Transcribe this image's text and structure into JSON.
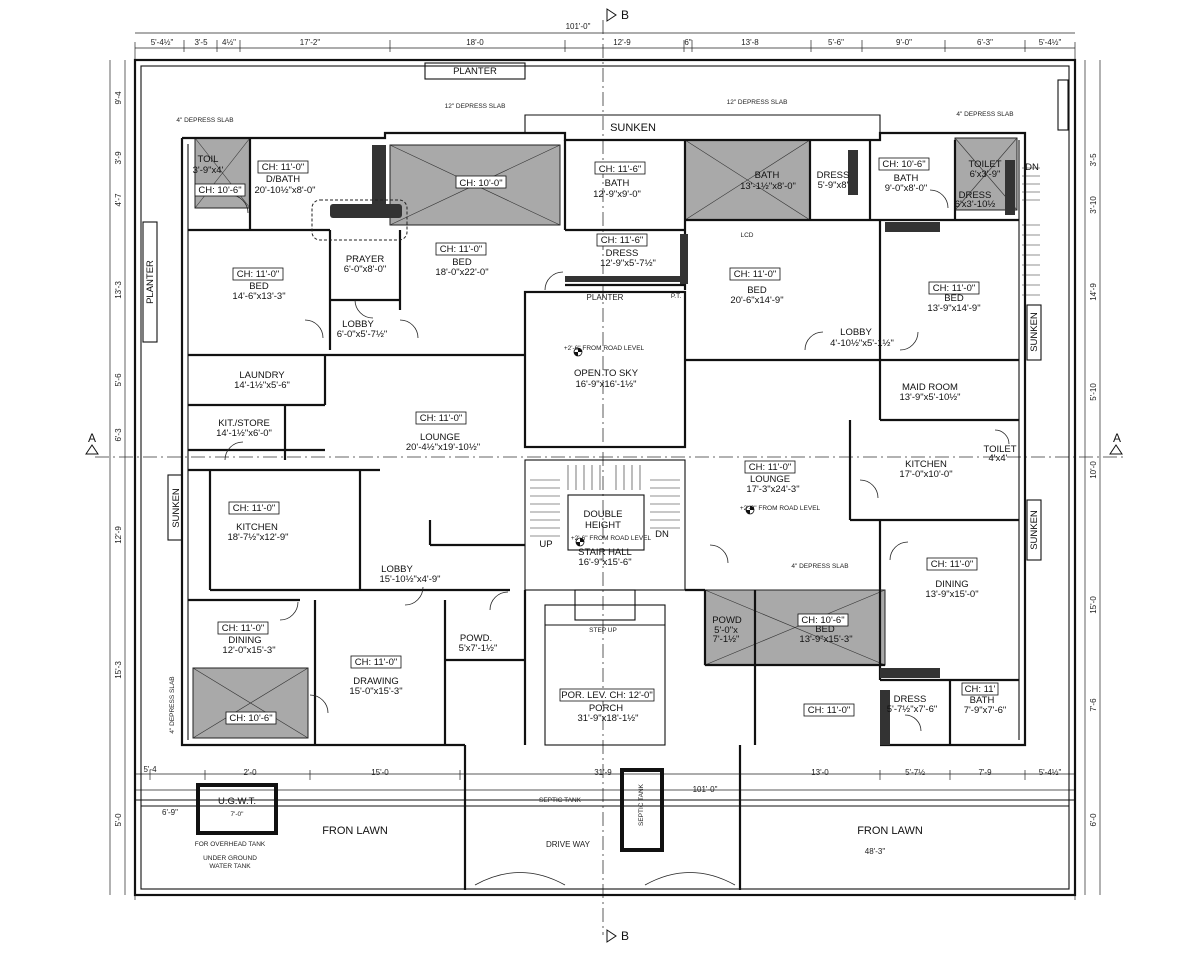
{
  "sections": {
    "b_top": "B",
    "b_bottom": "B",
    "a_left": "A",
    "a_right": "A"
  },
  "dims_top": [
    "101'-0\"",
    "5'-4½\"",
    "3'-5",
    "4½\"",
    "17'-2\"",
    "18'-0",
    "12'-9",
    "6\"",
    "13'-8",
    "5'-6\"",
    "9'-0\"",
    "6'-3\"",
    "5'-4½\""
  ],
  "dims_left": [
    "9'-4",
    "3'-9",
    "4'-7",
    "13'-3",
    "5'-6",
    "6'-3",
    "12'-9",
    "15'-3",
    "5'-0"
  ],
  "dims_right": [
    "3'-5",
    "3'-10",
    "14'-9",
    "5'-10",
    "10'-0",
    "15'-0",
    "7'-6",
    "6'-0"
  ],
  "dims_bottom": [
    "5'-4",
    "2'-0",
    "15'-0",
    "31'-9",
    "13'-0",
    "5'-7½",
    "7'-9",
    "5'-4½\"",
    "101'-0\"",
    "48'-3\"",
    "6'-9\""
  ],
  "rooms": {
    "toil_left": {
      "name": "TOIL",
      "size": "3'-9\"x4'"
    },
    "ch_toil_left": "CH: 10'-6\"",
    "dbath": {
      "ch": "CH: 11'-0\"",
      "name": "D/BATH",
      "size": "20'-10½\"x8'-0\""
    },
    "ch_sunken_left": "CH: 10'-0\"",
    "bath_mid": {
      "ch": "CH: 11'-6\"",
      "name": "BATH",
      "size": "12'-9\"x9'-0\""
    },
    "bath_mid_right": {
      "name": "BATH",
      "size": "13'-1½\"x8'-0\""
    },
    "dress_top": {
      "name": "DRESS",
      "size": "5'-9\"x8'"
    },
    "bath_right": {
      "ch": "CH: 10'-6\"",
      "name": "BATH",
      "size": "9'-0\"x8'-0\""
    },
    "toilet_right": {
      "name": "TOILET",
      "size": "6'x3'-9\""
    },
    "dress_right": {
      "name": "DRESS",
      "size": "6'x3'-10½"
    },
    "prayer": {
      "name": "PRAYER",
      "size": "6'-0\"x8'-0\""
    },
    "bed_mid": {
      "ch": "CH: 11'-0\"",
      "name": "BED",
      "size": "18'-0\"x22'-0\""
    },
    "dress_mid": {
      "ch": "CH: 11'-6\"",
      "name": "DRESS",
      "size": "12'-9\"x5'-7½\""
    },
    "bed_left": {
      "ch": "CH: 11'-0\"",
      "name": "BED",
      "size": "14'-6\"x13'-3\""
    },
    "lobby_left": {
      "name": "LOBBY",
      "size": "6'-0\"x5'-7½\""
    },
    "planter_mid": "PLANTER",
    "bed_center_right": {
      "ch": "CH: 11'-0\"",
      "name": "BED",
      "size": "20'-6\"x14'-9\""
    },
    "bed_far_right": {
      "ch": "CH: 11'-0\"",
      "name": "BED",
      "size": "13'-9\"x14'-9\""
    },
    "lobby_right": {
      "name": "LOBBY",
      "size": "4'-10½\"x5'-1½\""
    },
    "laundry": {
      "name": "LAUNDRY",
      "size": "14'-1½\"x5'-6\""
    },
    "open_to_sky": {
      "level": "+2'-6\" FROM ROAD LEVEL",
      "name": "OPEN TO SKY",
      "size": "16'-9\"x16'-1½\""
    },
    "maid_room": {
      "name": "MAID ROOM",
      "size": "13'-9\"x5'-10½\""
    },
    "kit_store": {
      "name": "KIT./STORE",
      "size": "14'-1½\"x6'-0\""
    },
    "lounge_left": {
      "ch": "CH: 11'-0\"",
      "name": "LOUNGE",
      "size": "20'-4½\"x19'-10½\""
    },
    "lounge_right": {
      "ch": "CH: 11'-0\"",
      "name": "LOUNGE",
      "size": "17'-3\"x24'-3\"",
      "level": "+2'-0\" FROM ROAD LEVEL"
    },
    "kitchen_right": {
      "name": "KITCHEN",
      "size": "17'-0\"x10'-0\""
    },
    "toilet_small": {
      "name": "TOILET",
      "size": "4'x4'"
    },
    "kitchen_left": {
      "ch": "CH: 11'-0\"",
      "name": "KITCHEN",
      "size": "18'-7½\"x12'-9\""
    },
    "double_height": {
      "line1": "DOUBLE",
      "line2": "HEIGHT"
    },
    "stair_hall": {
      "level": "+2'-6\" FROM ROAD LEVEL",
      "name": "STAIR HALL",
      "size": "16'-9\"x15'-6\""
    },
    "lobby_mid": {
      "name": "LOBBY",
      "size": "15'-10½\"x4'-9\""
    },
    "dining_right": {
      "ch": "CH: 11'-0\"",
      "name": "DINING",
      "size": "13'-9\"x15'-0\""
    },
    "dining_left": {
      "ch": "CH: 11'-0\"",
      "name": "DINING",
      "size": "12'-0\"x15'-3\""
    },
    "drawing": {
      "ch": "CH: 11'-0\"",
      "name": "DRAWING",
      "size": "15'-0\"x15'-3\""
    },
    "powd_left": {
      "name": "POWD.",
      "size": "5'x7'-1½\""
    },
    "powd_right": {
      "name": "POWD",
      "size": "5'-0\"x",
      "size2": "7'-1½\""
    },
    "bed_bottom_right": {
      "ch": "CH: 10'-6\"",
      "name": "BED",
      "size": "13'-9\"x15'-3\""
    },
    "porch": {
      "ch": "POR. LEV. CH: 12'-0\"",
      "name": "PORCH",
      "size": "31'-9\"x18'-1½\""
    },
    "dress_bottom": {
      "name": "DRESS",
      "size": "5'-7½\"x7'-6\""
    },
    "bath_bottom": {
      "ch": "CH: 11'",
      "name": "BATH",
      "size": "7'-9\"x7'-6\""
    },
    "ch_bottom_right": "CH: 11'-0\"",
    "ch_bottom_left": "CH: 10'-6\""
  },
  "labels": {
    "planter_top": "PLANTER",
    "planter_left": "PLANTER",
    "sunken_top": "SUNKEN",
    "sunken_left": "SUNKEN",
    "sunken_right_upper": "SUNKEN",
    "sunken_right_lower": "SUNKEN",
    "dn_right": "DN",
    "up_stair": "UP",
    "dn_stair": "DN",
    "step_up": "STEP UP",
    "depress_1": "12\" DEPRESS SLAB",
    "depress_2": "12\" DEPRESS SLAB",
    "depress_3": "4\" DEPRESS SLAB",
    "depress_4": "4\" DEPRESS SLAB",
    "depress_5": "4\" DEPRESS SLAB",
    "depress_6": "4\" DEPRESS SLAB",
    "ugwt": {
      "name": "U.G.W.T.",
      "size": "7'-0\""
    },
    "septic": "SEPTIC TANK",
    "septic_note": "SEPTIC TANK",
    "underground_line1": "UNDER GROUND",
    "underground_line2": "WATER TANK",
    "oh_tank_label": "FOR OVERHEAD TANK",
    "front_lawn_left": "FRON LAWN",
    "front_lawn_right": "FRON LAWN",
    "drive_way": "DRIVE WAY",
    "lcd": "LCD",
    "pt": "P.T."
  }
}
